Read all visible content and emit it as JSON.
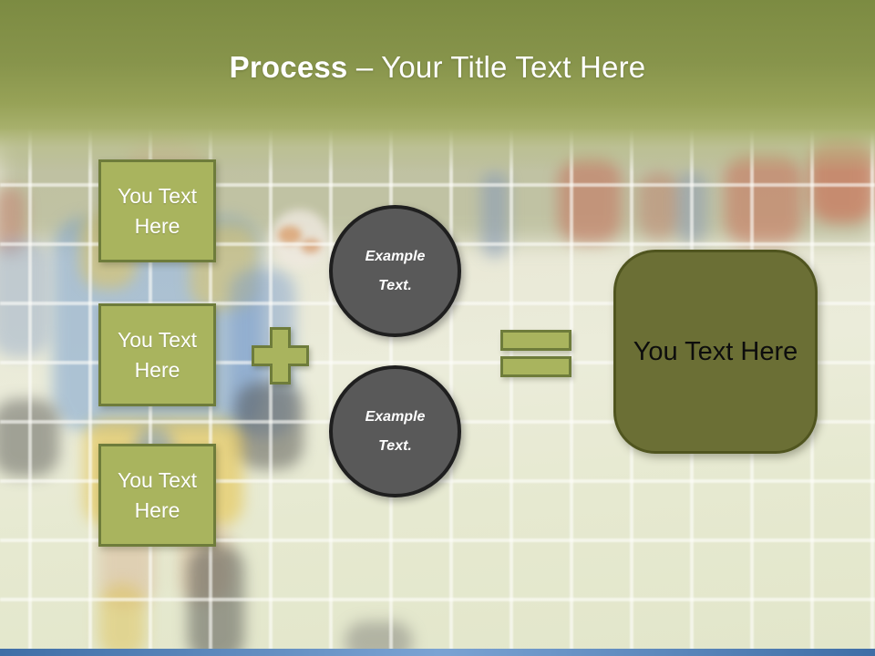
{
  "slide": {
    "title": {
      "lead": "Process",
      "rest": " – Your Title Text Here"
    },
    "input_boxes": [
      {
        "label": "You Text Here"
      },
      {
        "label": "You Text Here"
      },
      {
        "label": "You Text Here"
      }
    ],
    "example_circles": [
      {
        "label": "Example Text."
      },
      {
        "label": "Example Text."
      }
    ],
    "result_box": {
      "label": "You Text Here"
    },
    "icons": {
      "plus": "plus-sign",
      "equals": "equals-sign"
    },
    "colors": {
      "accent_green": "#a9b45e",
      "accent_green_border": "#6e7c3b",
      "circle_fill": "#595959",
      "circle_border": "#1f1f1f",
      "result_fill": "#6b6f35",
      "result_border": "#50551f",
      "header_olive": "#7c8b42",
      "footer_blue": "#3f6ea6",
      "title_text": "#ffffff"
    }
  }
}
